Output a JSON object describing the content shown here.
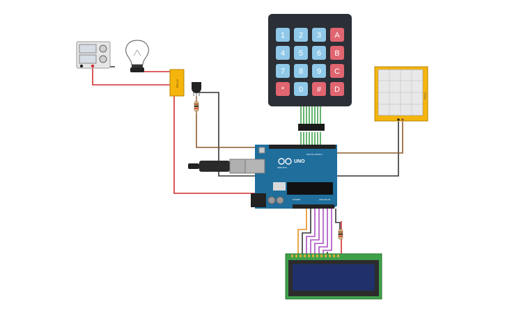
{
  "canvas": {
    "background": "#ffffff"
  },
  "keypad": {
    "keys": [
      "1",
      "2",
      "3",
      "A",
      "4",
      "5",
      "6",
      "B",
      "7",
      "8",
      "9",
      "C",
      "*",
      "0",
      "#",
      "D"
    ],
    "colors": {
      "digit": "#8fc8e8",
      "letter": "#e06570",
      "special": "#e06570",
      "body": "#2b2f36"
    }
  },
  "arduino": {
    "brand": "UNO",
    "sublabel": "ARDUINO",
    "header_digital": "DIGITAL (PWM~)",
    "header_analog": "ANALOG IN",
    "header_power": "POWER",
    "colors": {
      "board": "#1f6e9c",
      "header": "#222222"
    }
  },
  "relay": {
    "label": "RELAY",
    "color": "#f5b50c"
  },
  "lcd": {
    "screen_color": "#20306a",
    "pcb_color": "#3fa04a"
  },
  "ldr_panel": {
    "label": "Photo",
    "color": "#f5b50c"
  },
  "wires": {
    "red": "#d22d2d",
    "black": "#333333",
    "brown": "#8a5a2b",
    "green": "#3fa04a",
    "purple": "#a84fc0",
    "orange": "#e89020"
  },
  "icons": [
    "power-supply-icon",
    "lightbulb-icon",
    "transistor-icon",
    "resistor-icon",
    "usb-cable-icon"
  ]
}
